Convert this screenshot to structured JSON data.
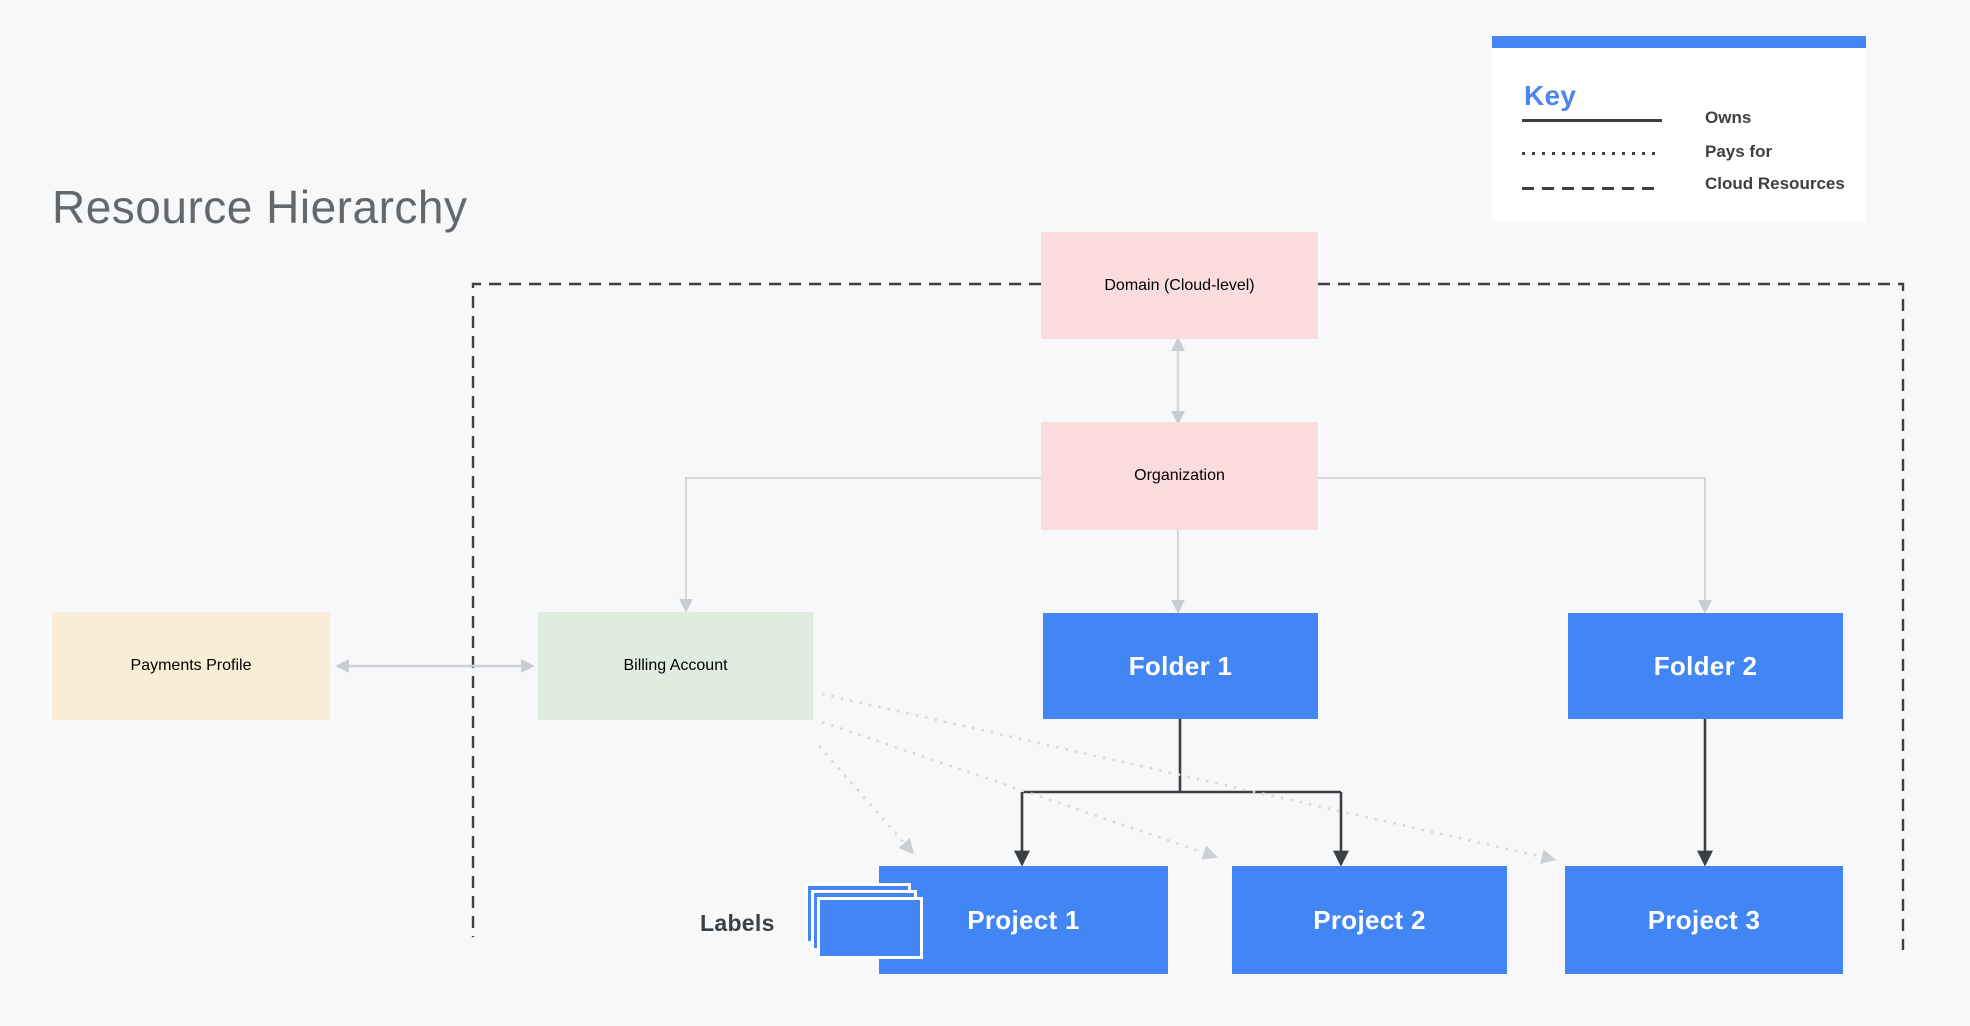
{
  "title": "Resource Hierarchy",
  "legend": {
    "title": "Key",
    "items": [
      {
        "style": "solid",
        "label": "Owns"
      },
      {
        "style": "dotted",
        "label": "Pays for"
      },
      {
        "style": "dashed",
        "label": "Cloud Resources"
      }
    ]
  },
  "nodes": {
    "domain": {
      "label": "Domain (Cloud-level)",
      "kind": "pink"
    },
    "organization": {
      "label": "Organization",
      "kind": "pink"
    },
    "payments_profile": {
      "label": "Payments Profile",
      "kind": "cream"
    },
    "billing_account": {
      "label": "Billing Account",
      "kind": "green"
    },
    "folder1": {
      "label": "Folder 1",
      "kind": "blue"
    },
    "folder2": {
      "label": "Folder 2",
      "kind": "blue"
    },
    "project1": {
      "label": "Project 1",
      "kind": "blue"
    },
    "project2": {
      "label": "Project 2",
      "kind": "blue"
    },
    "project3": {
      "label": "Project 3",
      "kind": "blue"
    }
  },
  "annotations": {
    "labels": "Labels"
  },
  "colors": {
    "background": "#f6f8fa",
    "blue_node": "#4285f4",
    "pink_node": "#fadcdf",
    "green_node": "#dfecdf",
    "cream_node": "#f8eed7",
    "dark_line": "#3c4043",
    "gray_line": "#d4d7da",
    "dotted_line": "#d7d9db",
    "key_accent": "#4285f4",
    "title_text": "#65686b"
  }
}
